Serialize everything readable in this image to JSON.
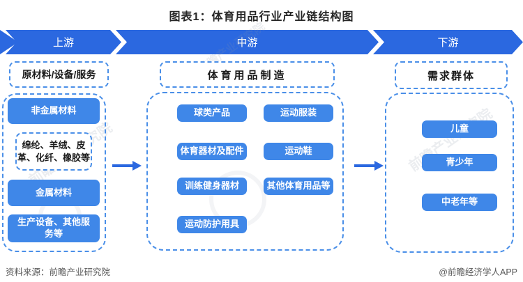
{
  "title": "图表1：体育用品行业产业链结构图",
  "colors": {
    "banner_blue": "#2b68e0",
    "box_blue": "#3f87e8",
    "dash_border": "#4a8fe8",
    "title_text": "#262626",
    "label_text": "#1a1a1a",
    "muted_text": "#595959",
    "watermark": "#8a97a8"
  },
  "banner": {
    "upstream_label": "上游",
    "midstream_label": "中游",
    "downstream_label": "下游"
  },
  "upstream": {
    "header": "原材料/设备/服务",
    "items": {
      "nonmetal": "非金属材料",
      "materials_detail": "绵纶、羊绒、皮革、化纤、橡胶等",
      "metal": "金属材料",
      "equipment": "生产设备、其他服务等"
    }
  },
  "midstream": {
    "header": "体育用品制造",
    "items": {
      "balls": "球类产品",
      "sportswear": "运动服装",
      "equipment_parts": "体育器材及配件",
      "shoes": "运动鞋",
      "fitness": "训练健身器材",
      "others": "其他体育用品等",
      "protective": "运动防护用具"
    }
  },
  "downstream": {
    "header": "需求群体",
    "items": {
      "children": "儿童",
      "teenagers": "青少年",
      "middle_aged": "中老年等"
    }
  },
  "footer": {
    "source": "资料来源：前瞻产业研究院",
    "credit": "@前瞻经济学人APP"
  },
  "watermark": {
    "text": "前瞻产业研究院"
  }
}
